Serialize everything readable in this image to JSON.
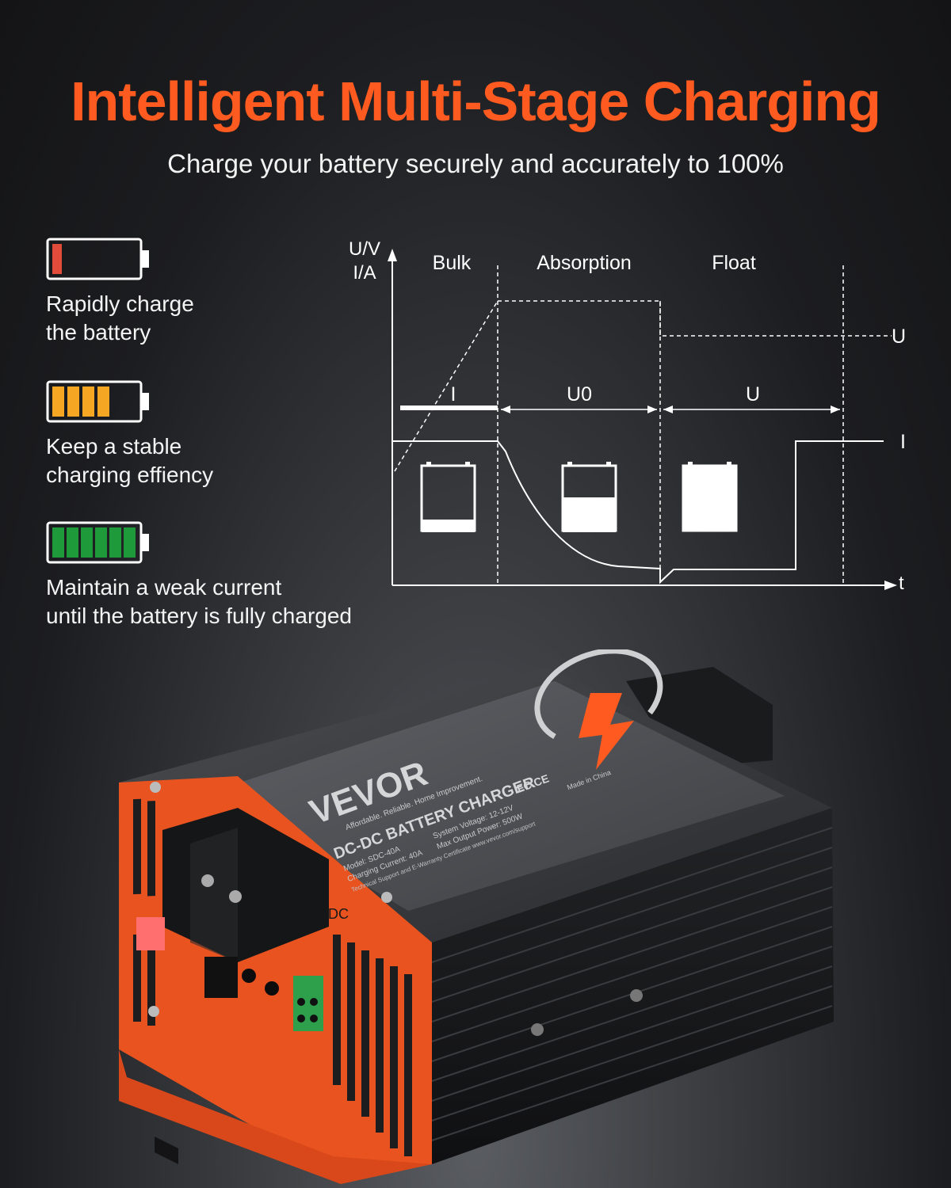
{
  "headline": "Intelligent Multi-Stage Charging",
  "subheadline": "Charge your battery securely and accurately to 100%",
  "stages": [
    {
      "line1": "Rapidly charge",
      "line2": "the battery",
      "bars": 1,
      "bar_color": "#e04b3a"
    },
    {
      "line1": "Keep a stable",
      "line2": "charging effiency",
      "bars": 4,
      "bar_color": "#f5a623"
    },
    {
      "line1": "Maintain a weak current",
      "line2": "until the battery is fully charged",
      "bars": 6,
      "bar_color": "#1f9a3a"
    }
  ],
  "diagram": {
    "y_axis_label_top": "U/V",
    "y_axis_label_bottom": "I/A",
    "x_axis_label": "t",
    "phase_bulk": "Bulk",
    "phase_absorption": "Absorption",
    "phase_float": "Float",
    "label_i_bulk": "I",
    "label_u0": "U0",
    "label_u_float": "U",
    "label_u_right": "U",
    "label_i_right": "I"
  },
  "product": {
    "brand": "VEVOR",
    "tagline": "Affordable. Reliable. Home Improvement.",
    "product_name": "DC-DC BATTERY CHARGER",
    "spec_model": "Model: SDC-40A",
    "spec_current": "Charging Current: 40A",
    "spec_voltage": "System Voltage: 12-12V",
    "spec_power": "Max Output Power: 500W",
    "spec_support": "Technical Support and E-Warranty Certificate www.vevor.com/support",
    "made_in": "Made in China",
    "cert": "FC CE",
    "port_label": "DC"
  },
  "colors": {
    "accent_orange": "#ff5a1f",
    "chassis_orange": "#e8531f",
    "housing_black": "#1b1c1e"
  }
}
